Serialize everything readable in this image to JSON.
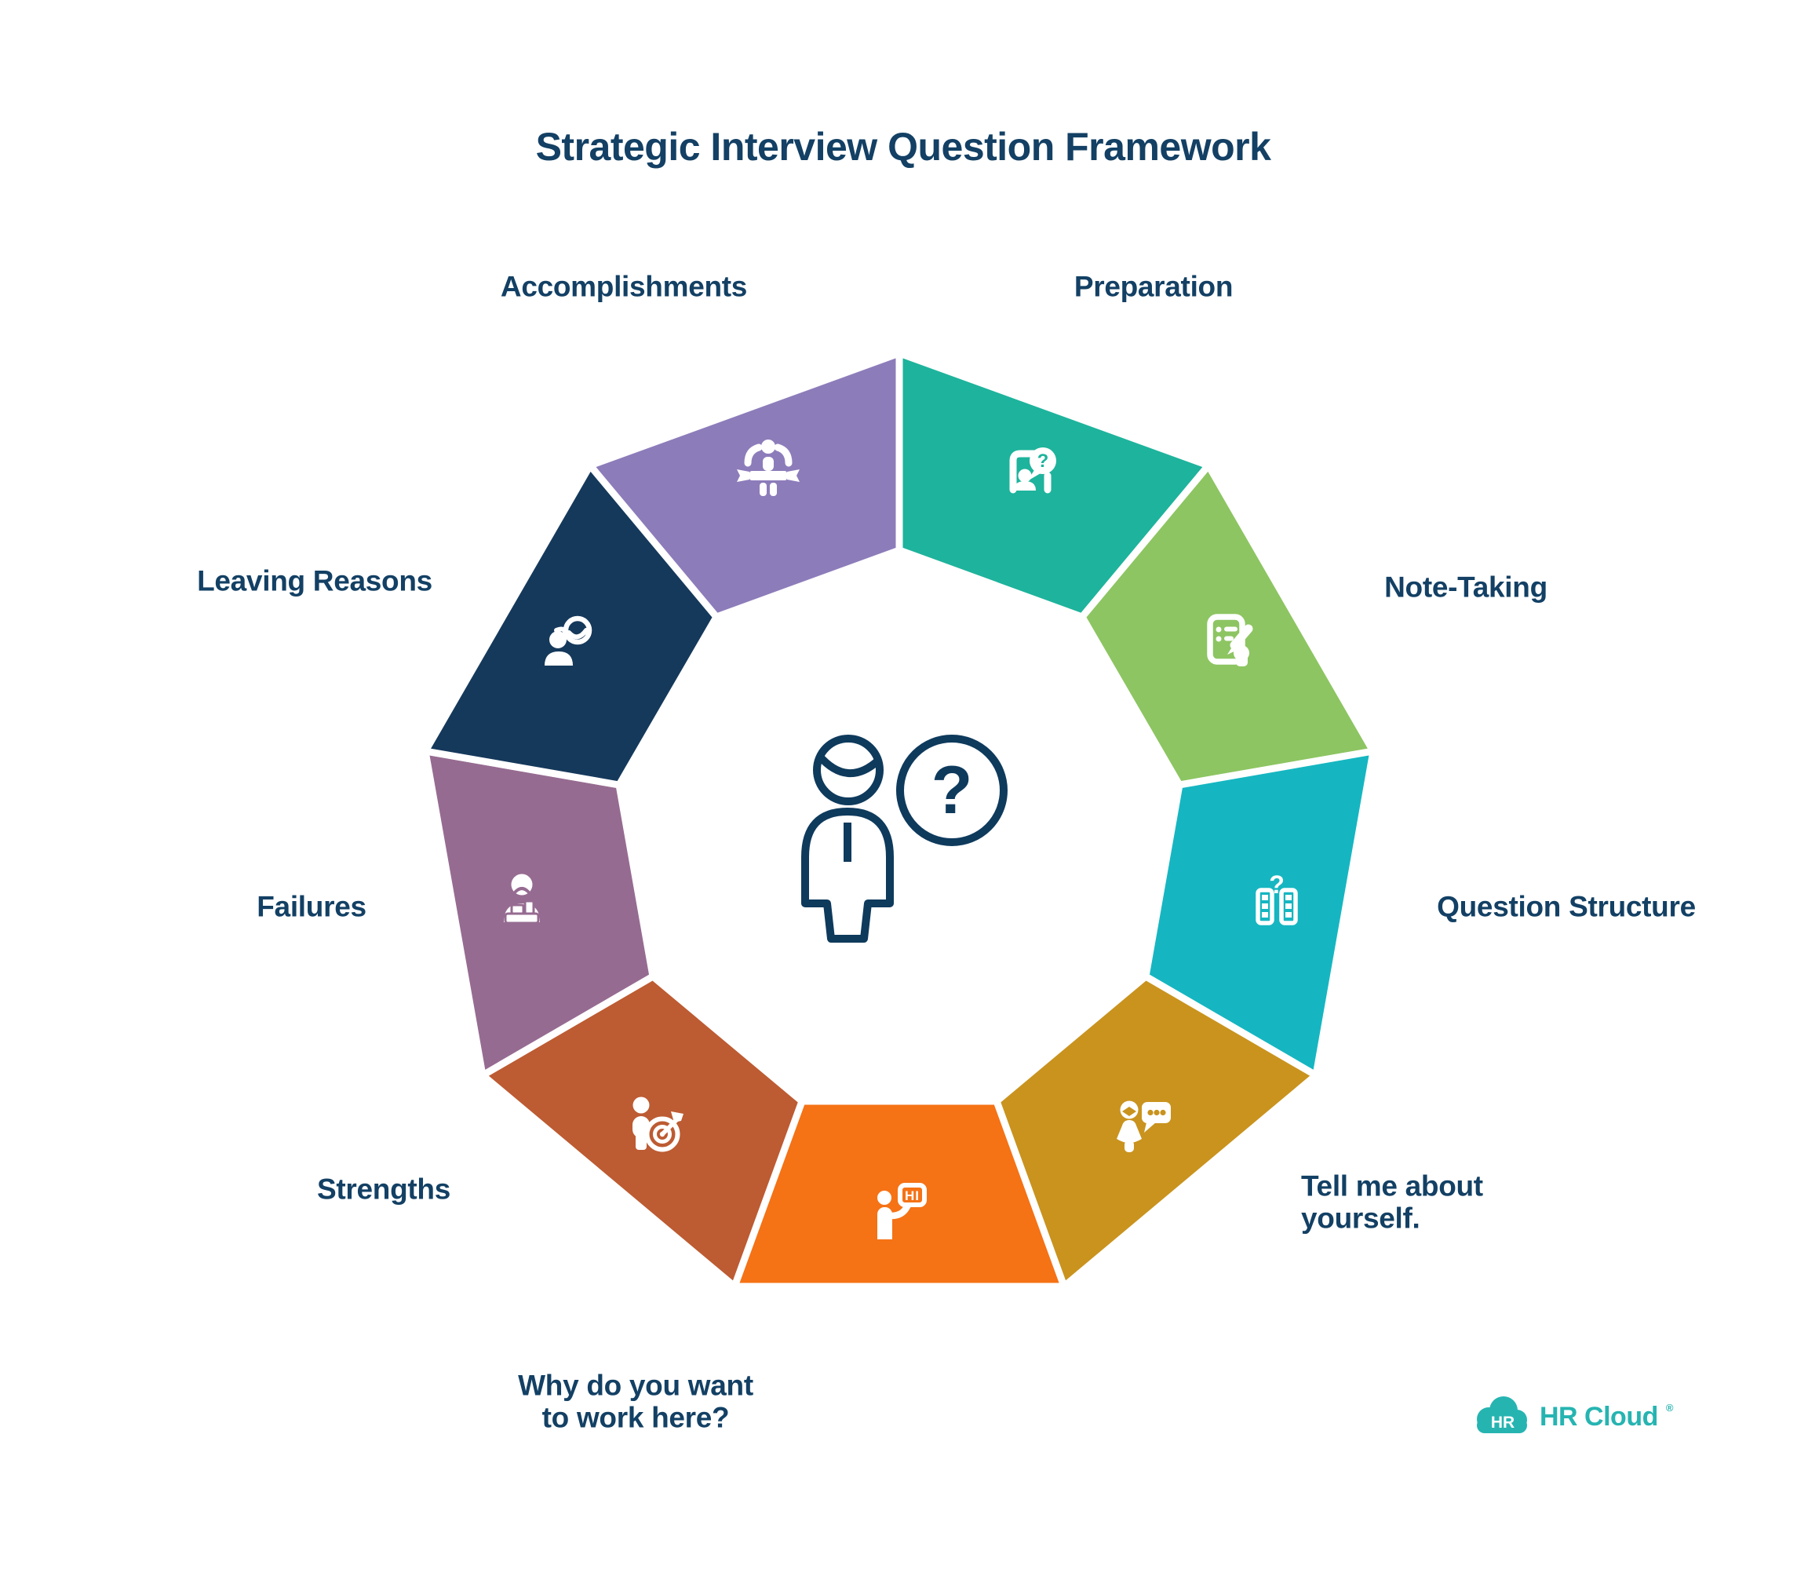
{
  "title": "Strategic Interview Question Framework",
  "colors": {
    "background": "#ffffff",
    "text": "#134064",
    "center_icon": "#0e3a5c",
    "gap": "#ffffff"
  },
  "center_icon": {
    "glyph": "?"
  },
  "segments": [
    {
      "id": "preparation",
      "label": "Preparation",
      "color": "#1eb39c",
      "icon": "interview-question-icon",
      "glyph": "?"
    },
    {
      "id": "note-taking",
      "label": "Note-Taking",
      "color": "#8dc562",
      "icon": "notepad-pen-icon"
    },
    {
      "id": "question-structure",
      "label": "Question Structure",
      "color": "#15b6c1",
      "icon": "question-columns-icon",
      "glyph": "?"
    },
    {
      "id": "tell-me-about-yourself",
      "label": "Tell me about yourself.",
      "color": "#c9931e",
      "icon": "person-speech-dots-icon"
    },
    {
      "id": "why-work-here",
      "label": "Why do you want to work here?",
      "color": "#f57215",
      "icon": "greeting-hi-icon",
      "glyph": "HI"
    },
    {
      "id": "strengths",
      "label": "Strengths",
      "color": "#bd5b32",
      "icon": "person-target-icon"
    },
    {
      "id": "failures",
      "label": "Failures",
      "color": "#966b91",
      "icon": "sad-person-desk-icon"
    },
    {
      "id": "leaving-reasons",
      "label": "Leaving Reasons",
      "color": "#15395b",
      "icon": "person-mask-icon"
    },
    {
      "id": "accomplishments",
      "label": "Accomplishments",
      "color": "#8d7cba",
      "icon": "winner-finish-icon"
    }
  ],
  "logo": {
    "badge": "HR",
    "name": "HR Cloud",
    "reg": "®",
    "color": "#26b4b1"
  }
}
